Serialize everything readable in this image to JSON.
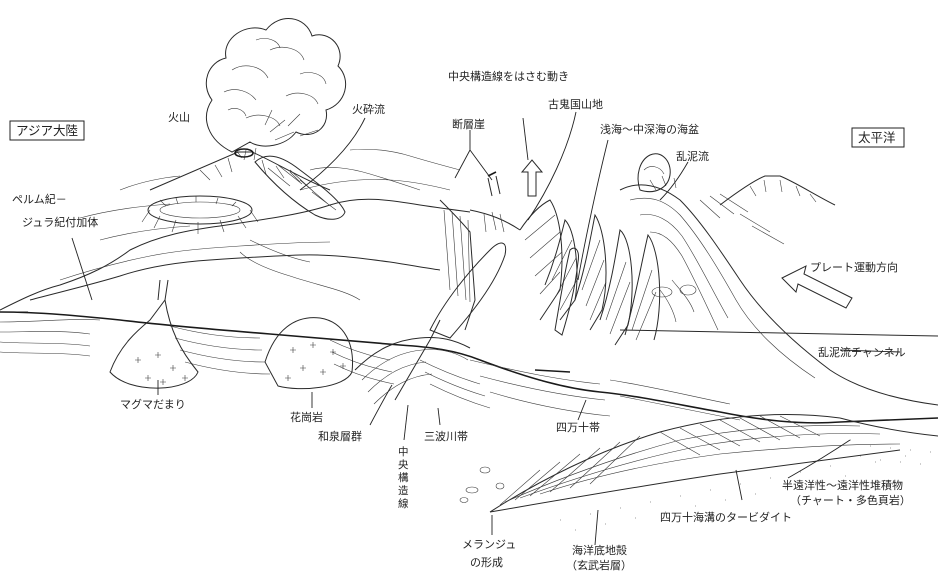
{
  "labels": {
    "asia": "アジア大陸",
    "pacific": "太平洋",
    "volcano": "火山",
    "pyroclastic_flow": "火砕流",
    "fault_cliff": "断層崖",
    "mtl_movement": "中央構造線をはさむ動き",
    "kosaka_mountains": "古鬼国山地",
    "shallow_basin": "浅海～中深海の海盆",
    "turbidity_current_1": "乱泥流",
    "permian_jurassic_1": "ペルム紀－",
    "permian_jurassic_2": "ジュラ紀付加体",
    "plate_motion": "プレート運動方向",
    "turbidity_channel": "乱泥流チャンネル",
    "magma_chamber": "マグマだまり",
    "granite": "花崗岩",
    "izumi_group": "和泉層群",
    "sanbagawa_belt": "三波川帯",
    "shimanto_belt": "四万十帯",
    "mtl_1": "中",
    "mtl_2": "央",
    "mtl_3": "構",
    "mtl_4": "造",
    "mtl_5": "線",
    "pelagic_1": "半遠洋性～遠洋性堆積物",
    "pelagic_2": "（チャート・多色頁岩）",
    "shimanto_turbidite": "四万十海溝のタービダイト",
    "melange_1": "メランジュ",
    "melange_2": "の形成",
    "oceanic_crust_1": "海洋底地殻",
    "oceanic_crust_2": "（玄武岩層）"
  },
  "colors": {
    "ink": "#2a2a2a",
    "paper": "#ffffff"
  }
}
